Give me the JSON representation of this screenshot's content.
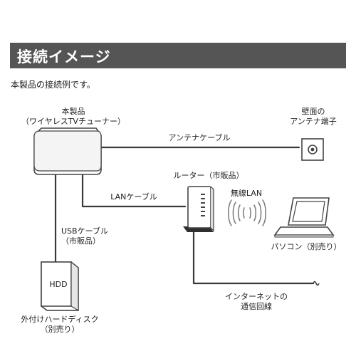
{
  "header": {
    "title": "接続イメージ"
  },
  "intro_text": "本製品の接続例です。",
  "devices": {
    "tuner": {
      "line1": "本製品",
      "line2": "（ワイヤレスTVチューナー）"
    },
    "antenna_outlet": {
      "line1": "壁面の",
      "line2": "アンテナ端子"
    },
    "router": {
      "label": "ルーター（市販品）"
    },
    "laptop": {
      "label": "パソコン（別売り）"
    },
    "hdd": {
      "box_text": "HDD",
      "line1": "外付けハードディスク",
      "line2": "（別売り）"
    },
    "internet": {
      "line1": "インターネットの",
      "line2": "通信回線"
    }
  },
  "connections": {
    "antenna_cable": "アンテナケーブル",
    "lan_cable": "LANケーブル",
    "usb_cable": {
      "line1": "USBケーブル",
      "line2": "（市販品）"
    },
    "wireless_lan": "無線LAN"
  },
  "colors": {
    "header_bg": "#555555",
    "header_text": "#ffffff",
    "cable": "#3a3a3a",
    "device_fill": "#ffffff",
    "device_stroke": "#444444",
    "wifi_waves": "#777777"
  },
  "icons": [
    "tv-tuner-icon",
    "antenna-outlet-icon",
    "router-icon",
    "laptop-icon",
    "hdd-icon",
    "wifi-waves-icon",
    "line-end-icon"
  ]
}
